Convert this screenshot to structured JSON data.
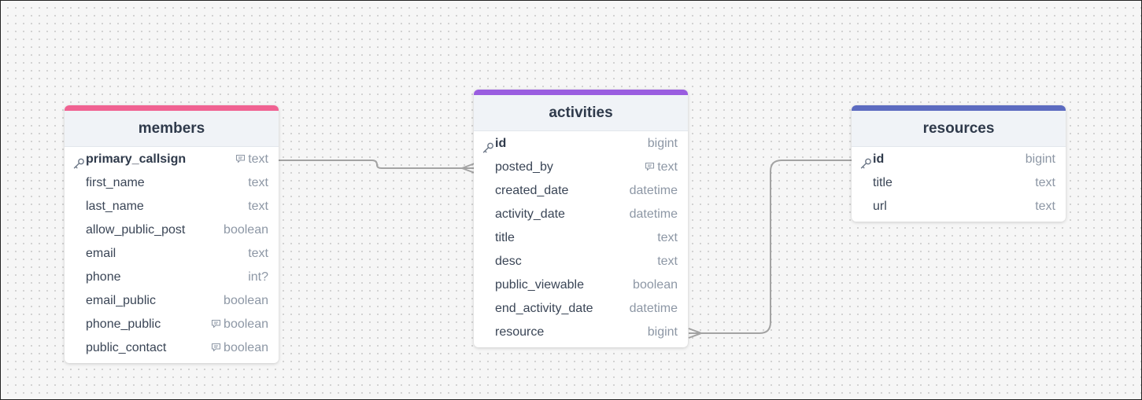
{
  "diagram": {
    "tables": [
      {
        "id": "members",
        "name": "members",
        "accent_color": "#f06292",
        "fields": [
          {
            "name": "primary_callsign",
            "type": "text",
            "pk": true,
            "note": true
          },
          {
            "name": "first_name",
            "type": "text",
            "pk": false,
            "note": false
          },
          {
            "name": "last_name",
            "type": "text",
            "pk": false,
            "note": false
          },
          {
            "name": "allow_public_post",
            "type": "boolean",
            "pk": false,
            "note": false
          },
          {
            "name": "email",
            "type": "text",
            "pk": false,
            "note": false
          },
          {
            "name": "phone",
            "type": "int?",
            "pk": false,
            "note": false
          },
          {
            "name": "email_public",
            "type": "boolean",
            "pk": false,
            "note": false
          },
          {
            "name": "phone_public",
            "type": "boolean",
            "pk": false,
            "note": true
          },
          {
            "name": "public_contact",
            "type": "boolean",
            "pk": false,
            "note": true
          }
        ]
      },
      {
        "id": "activities",
        "name": "activities",
        "accent_color": "#9a5de0",
        "fields": [
          {
            "name": "id",
            "type": "bigint",
            "pk": true,
            "note": false
          },
          {
            "name": "posted_by",
            "type": "text",
            "pk": false,
            "note": true
          },
          {
            "name": "created_date",
            "type": "datetime",
            "pk": false,
            "note": false
          },
          {
            "name": "activity_date",
            "type": "datetime",
            "pk": false,
            "note": false
          },
          {
            "name": "title",
            "type": "text",
            "pk": false,
            "note": false
          },
          {
            "name": "desc",
            "type": "text",
            "pk": false,
            "note": false
          },
          {
            "name": "public_viewable",
            "type": "boolean",
            "pk": false,
            "note": false
          },
          {
            "name": "end_activity_date",
            "type": "datetime",
            "pk": false,
            "note": false
          },
          {
            "name": "resource",
            "type": "bigint",
            "pk": false,
            "note": false
          }
        ]
      },
      {
        "id": "resources",
        "name": "resources",
        "accent_color": "#5c6bc0",
        "fields": [
          {
            "name": "id",
            "type": "bigint",
            "pk": true,
            "note": false
          },
          {
            "name": "title",
            "type": "text",
            "pk": false,
            "note": false
          },
          {
            "name": "url",
            "type": "text",
            "pk": false,
            "note": false
          }
        ]
      }
    ],
    "relations": [
      {
        "from": "members.primary_callsign",
        "to": "activities.posted_by",
        "cardinality": "one-to-many"
      },
      {
        "from": "resources.id",
        "to": "activities.resource",
        "cardinality": "one-to-many"
      }
    ],
    "colors": {
      "edge": "#a3a3a3",
      "header_bg": "#f0f3f7",
      "canvas_bg": "#f6f6f6"
    }
  }
}
